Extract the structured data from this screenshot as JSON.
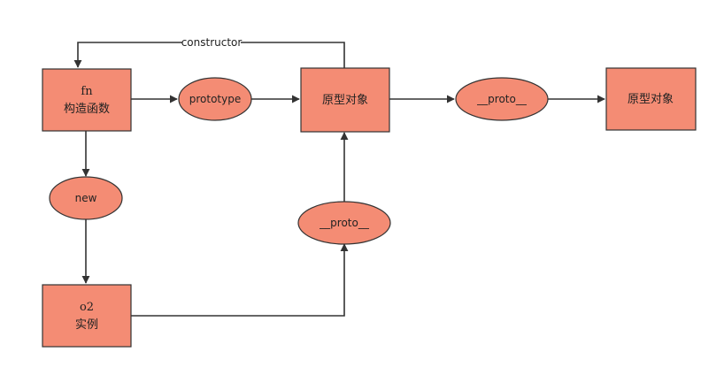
{
  "colors": {
    "node_fill": "#f48c74",
    "stroke": "#333333",
    "background": "#ffffff"
  },
  "nodes": {
    "fn": {
      "line1": "fn",
      "line2": "构造函数"
    },
    "prototype_ellipse": {
      "label": "prototype"
    },
    "prototype_object": {
      "label": "原型对象"
    },
    "proto_ellipse_right": {
      "label": "__proto__"
    },
    "prototype_object_2": {
      "label": "原型对象"
    },
    "new_ellipse": {
      "label": "new"
    },
    "o2": {
      "line1": "o2",
      "line2": "实例"
    },
    "proto_ellipse_mid": {
      "label": "__proto__"
    }
  },
  "edges": {
    "constructor": {
      "label": "constructor"
    }
  }
}
